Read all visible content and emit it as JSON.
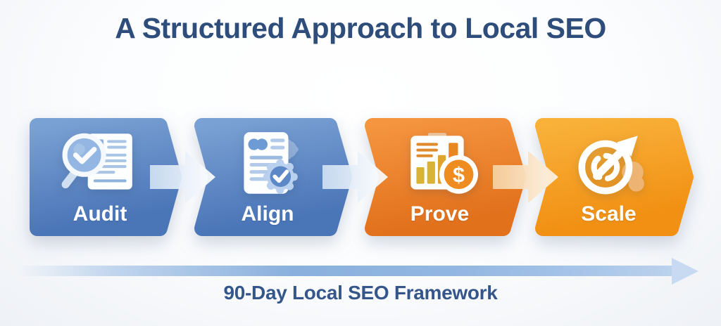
{
  "title": "A Structured Approach to Local SEO",
  "flow": {
    "steps": [
      {
        "label": "Audit",
        "icon": "magnifier-document-icon",
        "color": "#4a75b7"
      },
      {
        "label": "Align",
        "icon": "document-gear-check-icon",
        "color": "#4a75b7"
      },
      {
        "label": "Prove",
        "icon": "bar-chart-dollar-icon",
        "color": "#e8761f"
      },
      {
        "label": "Scale",
        "icon": "target-arrow-icon",
        "color": "#f5a022"
      }
    ],
    "dollar_sign": "$"
  },
  "timeline": {
    "caption": "90-Day Local SEO Framework",
    "arrow_color": "#8ab0dd"
  },
  "colors": {
    "title_text": "#2e4d7b",
    "step_blue_top": "#7aa1d4",
    "step_blue_bottom": "#4a75b7",
    "step_orange_top": "#f5953f",
    "step_orange_bottom": "#e2711c",
    "step_amber_top": "#f9b13a",
    "step_amber_bottom": "#f19013",
    "step_label_text": "#ffffff",
    "background": "#f7f9fc"
  }
}
